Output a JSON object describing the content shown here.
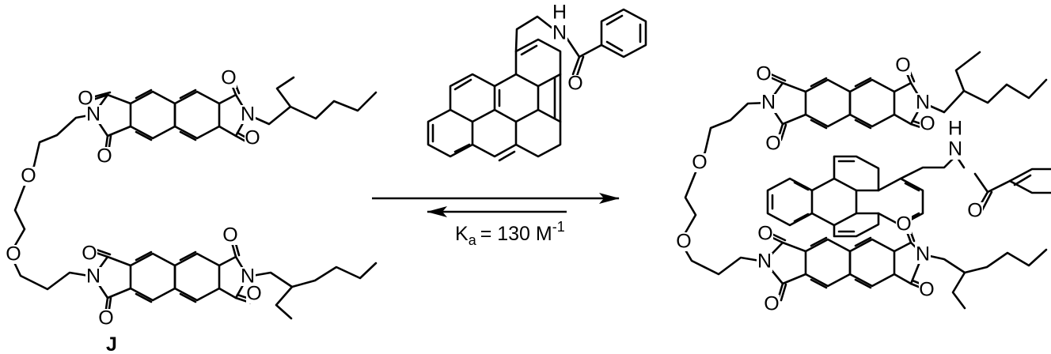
{
  "compound_label": "J",
  "equilibrium": {
    "constant_symbol": "K",
    "constant_subscript": "a",
    "constant_value": "= 130 M",
    "constant_exponent": "-1"
  },
  "atoms": {
    "oxygen": "O",
    "nitrogen": "N",
    "hydrogen": "H"
  }
}
